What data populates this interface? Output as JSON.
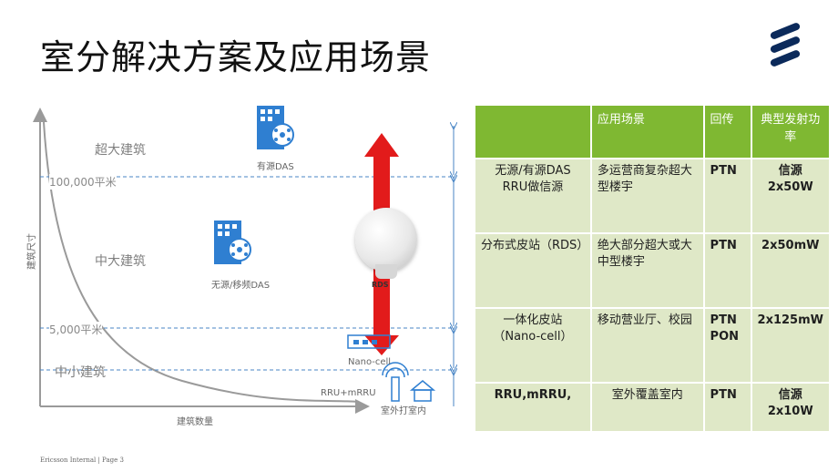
{
  "slide": {
    "title": "室分解决方案及应用场景",
    "footer": "Ericsson Internal  |  Page 3"
  },
  "diagram": {
    "y_axis_label": "建筑尺寸",
    "x_axis_label": "建筑数量",
    "categories": [
      "超大建筑",
      "中大建筑",
      "中小建筑"
    ],
    "thresholds": [
      "100,000平米",
      "5,000平米"
    ],
    "icon_labels": {
      "passive_das": "有源DAS",
      "passive_mobile_das": "无源/移频DAS",
      "rds": "RDS",
      "nano_cell": "Nano-cell",
      "rru": "RRU+mRRU",
      "outdoor": "室外打室内"
    },
    "colors": {
      "axis": "#9a9a9a",
      "dashed_line": "#4a86c5",
      "arrow": "#e21b1b",
      "icon_blue": "#2f7fd1"
    }
  },
  "table": {
    "headers": [
      "",
      "应用场景",
      "回传",
      "典型发射功率"
    ],
    "rows": [
      {
        "solution": "无源/有源DAS RRU做信源",
        "scenario": "多运营商复杂超大型楼宇",
        "backhaul": "PTN",
        "power": "信源 2x50W"
      },
      {
        "solution": "分布式皮站（RDS）",
        "scenario": "绝大部分超大或大中型楼宇",
        "backhaul": "PTN",
        "power": "2x50mW"
      },
      {
        "solution": "一体化皮站（Nano-cell）",
        "scenario": "移动营业厅、校园",
        "backhaul": "PTN PON",
        "power": "2x125mW"
      },
      {
        "solution": "RRU,mRRU,",
        "scenario": "室外覆盖室内",
        "backhaul": "PTN",
        "power": "信源 2x10W"
      }
    ],
    "colors": {
      "header": "#7fb832",
      "cell": "#dfe8c7"
    }
  }
}
